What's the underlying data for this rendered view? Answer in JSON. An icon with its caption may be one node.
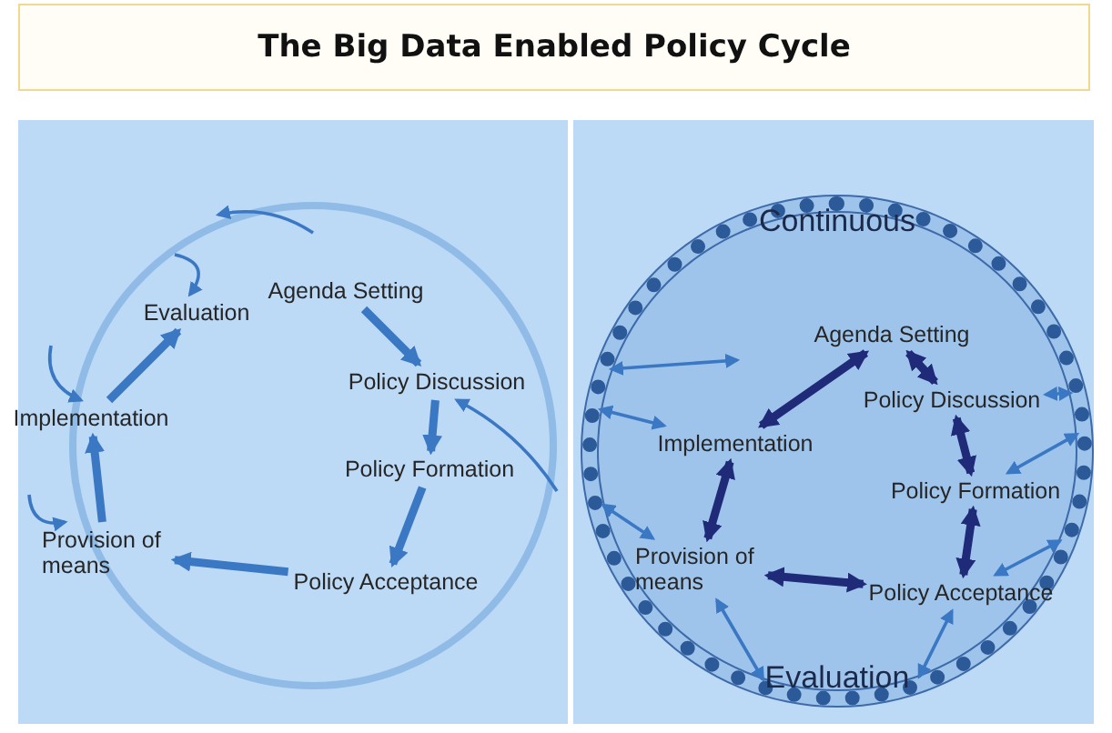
{
  "diagram": {
    "title": "The Big Data Enabled Policy Cycle",
    "nodes": [
      {
        "text": [
          "Agenda Setting"
        ]
      },
      {
        "text": [
          "Policy Discussion"
        ]
      },
      {
        "text": [
          "Policy Formation"
        ]
      },
      {
        "text": [
          "Policy Acceptance"
        ]
      },
      {
        "text": [
          "Provision of means"
        ]
      },
      {
        "text": [
          "Implementation"
        ]
      },
      {
        "text": [
          "Evaluation"
        ]
      },
      {
        "text": [
          "Continuous",
          "Evaluation"
        ]
      },
      {
        "text": [
          "Agenda Setting"
        ],
        "in": 7
      },
      {
        "text": [
          "Policy Discussion"
        ],
        "in": 7
      },
      {
        "text": [
          "Policy Formation"
        ],
        "in": 7
      },
      {
        "text": [
          "Policy Acceptance"
        ],
        "in": 7
      },
      {
        "text": [
          "Provision of means"
        ],
        "in": 7
      },
      {
        "text": [
          "Implementation"
        ],
        "in": 7
      }
    ],
    "edges": [
      {
        "from": 0,
        "to": 1,
        "arrow": "to",
        "style": "thick"
      },
      {
        "from": 1,
        "to": 2,
        "arrow": "to",
        "style": "thick"
      },
      {
        "from": 2,
        "to": 3,
        "arrow": "to",
        "style": "thick"
      },
      {
        "from": 3,
        "to": 4,
        "arrow": "to",
        "style": "thick"
      },
      {
        "from": 4,
        "to": 5,
        "arrow": "to",
        "style": "thick"
      },
      {
        "from": 5,
        "to": 6,
        "arrow": "to",
        "style": "thick"
      },
      {
        "from": null,
        "to": 6,
        "arrow": "to"
      },
      {
        "from": null,
        "to": 1,
        "arrow": "to"
      },
      {
        "from": null,
        "to": 5,
        "arrow": "to"
      },
      {
        "from": null,
        "to": 4,
        "arrow": "to"
      },
      {
        "from": 8,
        "to": 9,
        "arrow": "both",
        "style": "thick",
        "color": "#1f2a78"
      },
      {
        "from": 9,
        "to": 10,
        "arrow": "both",
        "style": "thick",
        "color": "#1f2a78"
      },
      {
        "from": 10,
        "to": 11,
        "arrow": "both",
        "style": "thick",
        "color": "#1f2a78"
      },
      {
        "from": 11,
        "to": 12,
        "arrow": "both",
        "style": "thick",
        "color": "#1f2a78"
      },
      {
        "from": 12,
        "to": 13,
        "arrow": "both",
        "style": "thick",
        "color": "#1f2a78"
      },
      {
        "from": 13,
        "to": 8,
        "arrow": "both",
        "style": "thick",
        "color": "#1f2a78"
      },
      {
        "from": 7,
        "to": null,
        "arrow": "both"
      },
      {
        "from": 7,
        "to": 13,
        "arrow": "both"
      },
      {
        "from": 7,
        "to": 12,
        "arrow": "both"
      },
      {
        "from": 7,
        "to": 12,
        "arrow": "both"
      },
      {
        "from": 7,
        "to": 11,
        "arrow": "both"
      },
      {
        "from": 7,
        "to": 11,
        "arrow": "both"
      },
      {
        "from": 7,
        "to": 10,
        "arrow": "both"
      },
      {
        "from": 7,
        "to": 9,
        "arrow": "both"
      }
    ]
  }
}
